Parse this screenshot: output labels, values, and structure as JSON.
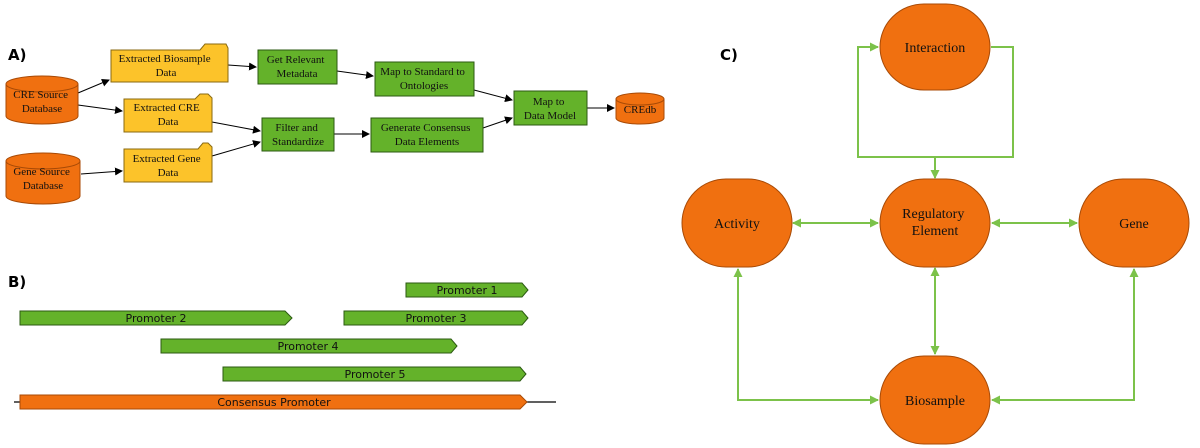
{
  "panels": {
    "a": "A)",
    "b": "B)",
    "c": "C)"
  },
  "colors": {
    "orange": "#f07010",
    "orange_dark": "#a84a06",
    "yellow": "#fcc32a",
    "yellow_dark": "#8a6a10",
    "green": "#64b22a",
    "green_dark": "#2b5a12",
    "green_line": "#7cc24a"
  },
  "flow": {
    "cre_source": [
      "CRE Source",
      "Database"
    ],
    "gene_source": [
      "Gene Source",
      "Database"
    ],
    "extracted_biosample": [
      "Extracted Biosample",
      "Data"
    ],
    "extracted_cre": [
      "Extracted CRE",
      "Data"
    ],
    "extracted_gene": [
      "Extracted Gene",
      "Data"
    ],
    "get_relevant_metadata": [
      "Get Relevant",
      "Metadata"
    ],
    "map_to_standard": [
      "Map to Standard to",
      "Ontologies"
    ],
    "filter_standardize": [
      "Filter and",
      "Standardize"
    ],
    "generate_consensus": [
      "Generate Consensus",
      "Data Elements"
    ],
    "map_to_data_model": [
      "Map to",
      "Data Model"
    ],
    "credb": "CREdb"
  },
  "promoters": {
    "p1": "Promoter 1",
    "p2": "Promoter 2",
    "p3": "Promoter 3",
    "p4": "Promoter 4",
    "p5": "Promoter 5",
    "consensus": "Consensus Promoter"
  },
  "graph": {
    "interaction": "Interaction",
    "regulatory_element": [
      "Regulatory",
      "Element"
    ],
    "activity": "Activity",
    "gene": "Gene",
    "biosample": "Biosample"
  }
}
